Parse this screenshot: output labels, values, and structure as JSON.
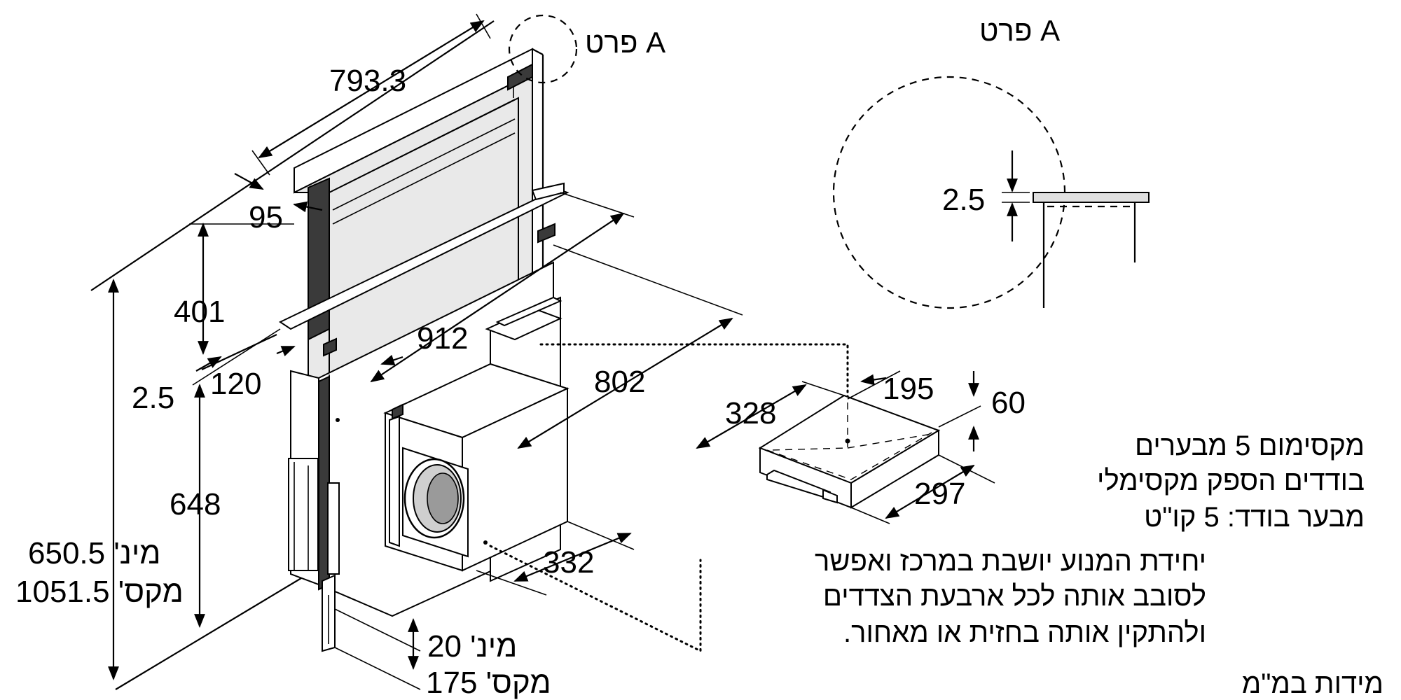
{
  "detail_label_top": "פרט A",
  "detail_label_main": "פרט A",
  "dimensions": {
    "width_top": "793.3",
    "depth_top": "95",
    "height_exposed": "401",
    "glass_offset": "2.5",
    "inset": "120",
    "unit_width": "912",
    "unit_depth": "802",
    "body_height": "648",
    "total_min": "מינ' 650.5",
    "total_max": "מקס' 1051.5",
    "bottom_min": "מינ' 20",
    "bottom_max": "מקס' 175",
    "fan_depth": "332",
    "detail_thickness": "2.5",
    "box_depth": "328",
    "box_width": "195",
    "box_height": "60",
    "box_length": "297"
  },
  "notes": {
    "transformers": [
      "מקסימום 5 מבערים",
      "בודדים הספק מקסימלי",
      "מבער בודד: 5 קו\"ט"
    ],
    "motor": [
      "יחידת המנוע יושבת במרכז ואפשר",
      "לסובב אותה לכל ארבעת הצדדים",
      "ולהתקין אותה בחזית או מאחור."
    ],
    "units": "מידות במ\"מ"
  }
}
